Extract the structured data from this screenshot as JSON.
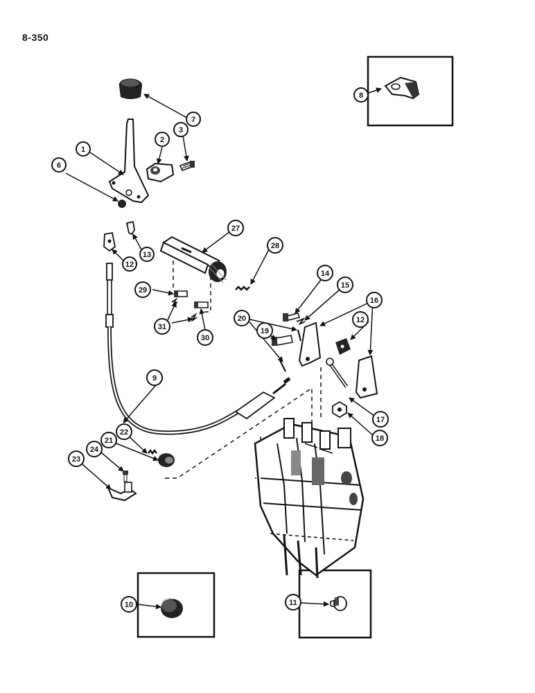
{
  "page_number": "8-350",
  "colors": {
    "ink": "#111111",
    "paper": "#ffffff",
    "shade": "#555555"
  },
  "callouts": {
    "c1": "1",
    "c2": "2",
    "c3": "3",
    "c6": "6",
    "c7": "7",
    "c8": "8",
    "c9": "9",
    "c10": "10",
    "c11": "11",
    "c12a": "12",
    "c12b": "12",
    "c13": "13",
    "c14": "14",
    "c15": "15",
    "c16": "16",
    "c17": "17",
    "c18": "18",
    "c19": "19",
    "c20": "20",
    "c21": "21",
    "c22": "22",
    "c23": "23",
    "c24": "24",
    "c27": "27",
    "c28": "28",
    "c29": "29",
    "c30": "30",
    "c31": "31"
  }
}
